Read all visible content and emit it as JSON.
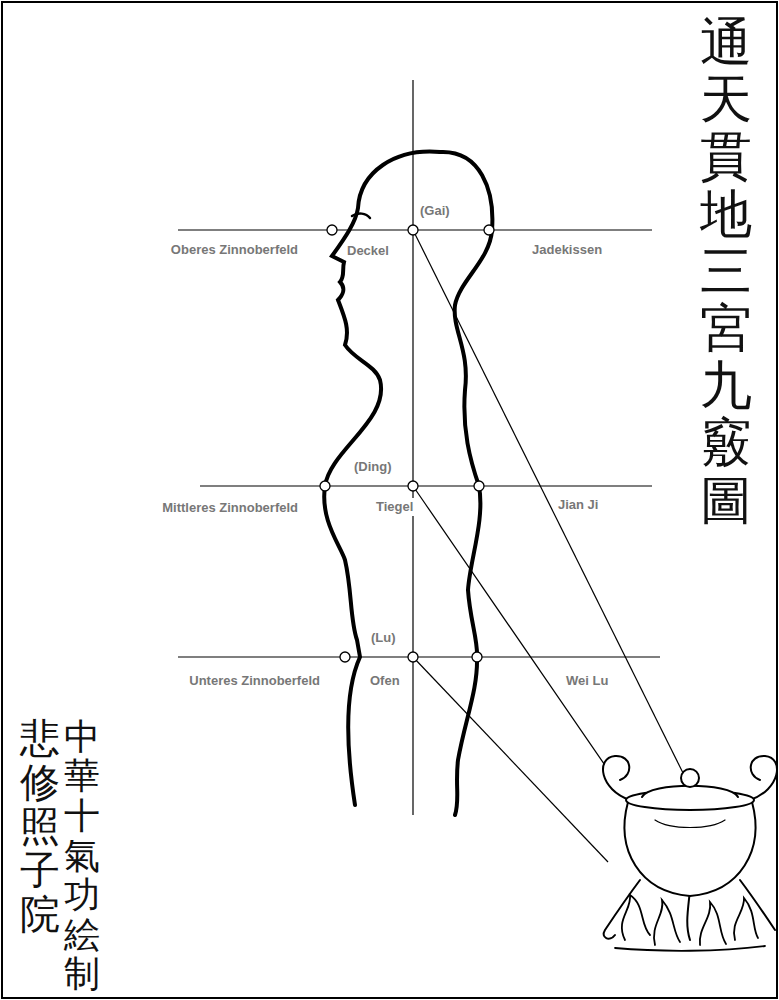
{
  "diagram": {
    "title": "通天貫地三宮九竅圖",
    "labels": [
      "Oberes Zinnoberfeld",
      "(Gai)",
      "Deckel",
      "Jadekissen",
      "(Ding)",
      "Mittleres Zinnoberfeld",
      "Tiegel",
      "Jian Ji",
      "(Lu)",
      "Unteres Zinnoberfeld",
      "Ofen",
      "Wei Lu",
      "中華十氣功絵制",
      "悲修照子院"
    ]
  }
}
